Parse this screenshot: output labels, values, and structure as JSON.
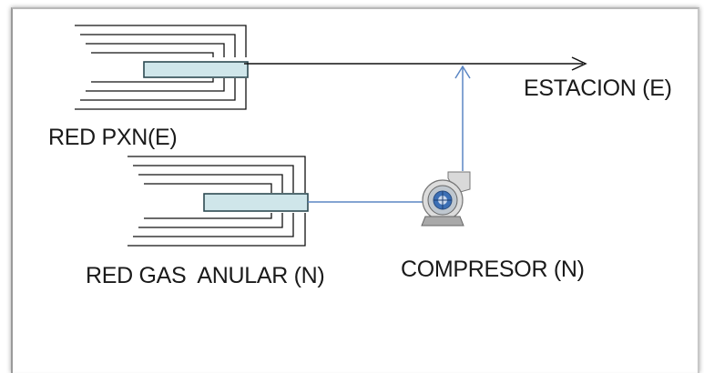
{
  "labels": {
    "red_pxn": "RED PXN(E)",
    "estacion": "ESTACION (E)",
    "red_gas_anular": "RED GAS  ANULAR (N)",
    "compresor": "COMPRESOR (N)"
  },
  "icons": {
    "compressor": "centrifugal-compressor-icon"
  },
  "colors": {
    "line_dark": "#111111",
    "line_blue": "#5b86c4",
    "pipe_fill": "#cfe6ea",
    "pipe_stroke": "#2d4a52"
  }
}
